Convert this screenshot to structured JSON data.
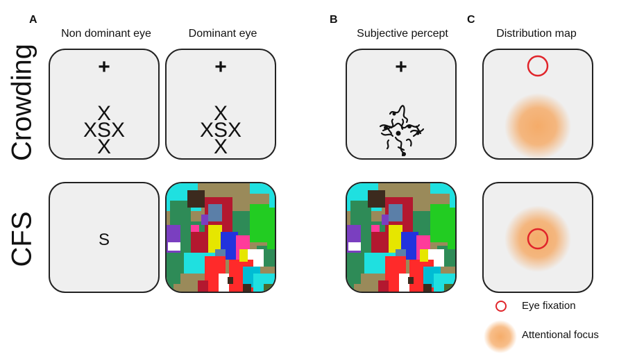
{
  "panels": {
    "a": "A",
    "b": "B",
    "c": "C"
  },
  "columns": {
    "non_dominant": "Non dominant eye",
    "dominant": "Dominant eye",
    "percept": "Subjective percept",
    "distribution": "Distribution map"
  },
  "rows": {
    "crowding": "Crowding",
    "cfs": "CFS"
  },
  "stimuli": {
    "fixation": "+",
    "crowd_top": "X",
    "crowd_middle": "XSX",
    "crowd_bottom": "X",
    "target": "S"
  },
  "legend": {
    "eye_fixation": "Eye fixation",
    "attentional_focus": "Attentional focus"
  },
  "colors": {
    "box_fill": "#efefef",
    "fixation_ring": "#e0242a",
    "attention": "#f5a862",
    "mondrian": [
      "#2e8b57",
      "#e6e600",
      "#1fe0e0",
      "#b3182f",
      "#5b7fa8",
      "#9a8a5a",
      "#ff3b9a",
      "#2233dd",
      "#22cc22",
      "#ff2a2a",
      "#7a3fc0",
      "#ffffff",
      "#ffb347",
      "#3c2a1e",
      "#4a6b2e",
      "#00bcd4"
    ]
  }
}
